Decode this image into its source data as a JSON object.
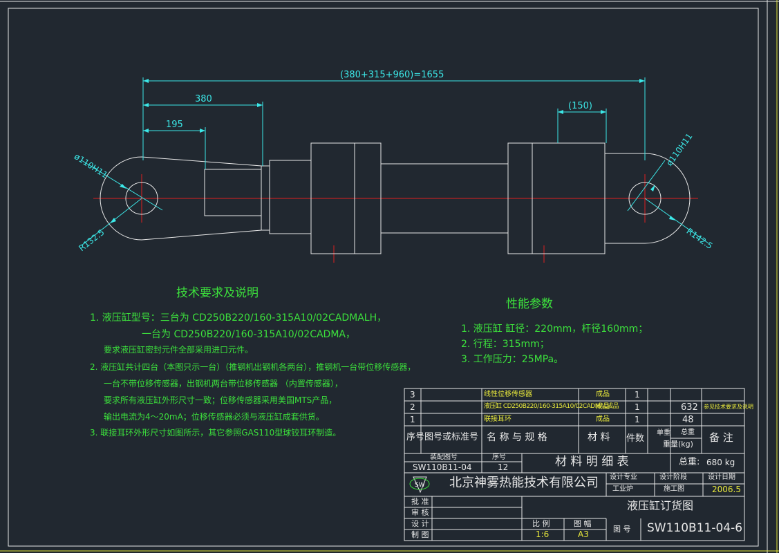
{
  "colors": {
    "background": "#212830",
    "outline": "#e8e8e8",
    "centerline": "#e02020",
    "dimension": "#3ce8e8",
    "note_text": "#3ce03c",
    "title_text": "#e8e8e8",
    "frame_yellow": "#e8e83c"
  },
  "dimensions": {
    "overall": "(380+315+960)=1655",
    "d380": "380",
    "d195": "195",
    "d150": "(150)",
    "left_hole": "ø110H11",
    "right_hole": "ø110H11",
    "left_radius": "R132.5",
    "right_radius": "R142.5"
  },
  "tech_notes": {
    "title": "技术要求及说明",
    "lines": [
      "1. 液压缸型号：三台为 CD250B220/160-315A10/02CADMALH，",
      "一台为 CD250B220/160-315A10/02CADMA，",
      "要求液压缸密封元件全部采用进口元件。",
      "2. 液压缸共计四台（本图只示一台）（推钢机出钢机各两台），推钢机一台带位移传感器，",
      "一台不带位移传感器，出钢机两台带位移传感器 （内置传感器），",
      "要求所有液压缸外形尺寸一致；位移传感器采用美国MTS产品，",
      "输出电流为4～20mA；位移传感器必须与液压缸成套供货。",
      "3. 联接耳环外形尺寸如图所示，其它参照GAS110型球铰耳环制造。"
    ]
  },
  "performance": {
    "title": "性能参数",
    "lines": [
      "1. 液压缸 缸径：220mm，杆径160mm；",
      "2. 行程：315mm；",
      "3. 工作压力：25MPa。"
    ]
  },
  "bom": {
    "rows": [
      {
        "no": "3",
        "name": "线性位移传感器",
        "material": "成品",
        "qty": "1",
        "unit_weight": "",
        "total_weight": "",
        "note": ""
      },
      {
        "no": "2",
        "name": "液压缸 CD250B220/160-315A10/02CADMAL成品",
        "material": "成品",
        "qty": "1",
        "unit_weight": "",
        "total_weight": "632",
        "note": "参见技术要求及说明"
      },
      {
        "no": "1",
        "name": "联接耳环",
        "material": "成品",
        "qty": "1",
        "unit_weight": "",
        "total_weight": "48",
        "note": ""
      }
    ],
    "header": {
      "no": "序号",
      "drawing_no": "图号或标准号",
      "name": "名 称 与 规 格",
      "material": "材  料",
      "qty": "件数",
      "unit_weight": "单重",
      "total_weight": "总重",
      "weight_unit": "重量(kg)",
      "note": "备  注"
    }
  },
  "title_block": {
    "assembly_label": "装配图号",
    "seq_label": "序号",
    "assembly_no": "SW110B11-04",
    "seq_no": "12",
    "bom_title": "材 料 明 细 表",
    "total_weight_label": "总重:",
    "total_weight": "680 kg",
    "logo": "SW",
    "company": "北京神雾热能技术有限公司",
    "design_major_label": "设计专业",
    "design_major": "工业炉",
    "design_stage_label": "设计阶段",
    "design_stage": "施工图",
    "design_date_label": "设计日期",
    "design_date": "2006.5",
    "approve": "批 准",
    "review": "审 核",
    "design": "设 计",
    "draw": "制 图",
    "drawing_title": "液压缸订货图",
    "scale_label": "比 例",
    "scale": "1:6",
    "size_label": "图 幅",
    "size": "A3",
    "drawing_no_label": "图 号",
    "drawing_no": "SW110B11-04-6"
  }
}
